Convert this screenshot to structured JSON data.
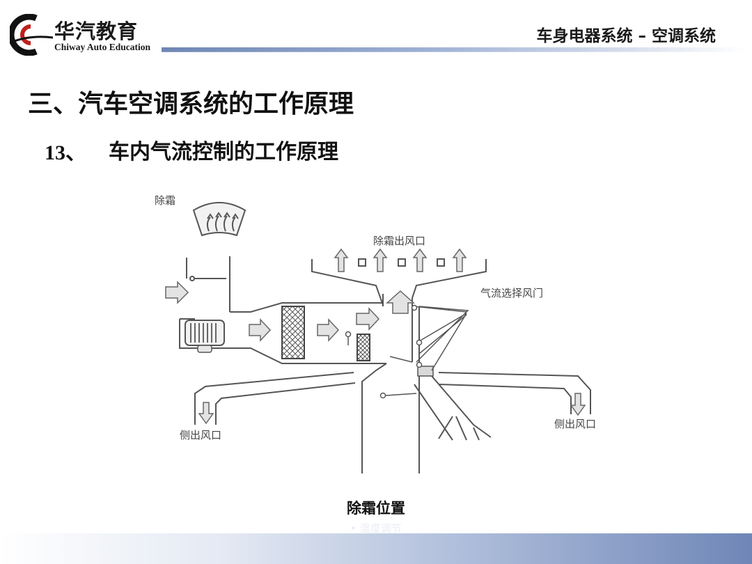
{
  "logo": {
    "cn": "华汽教育",
    "en": "Chiway Auto Education"
  },
  "header": {
    "title": "车身电器系统 –  空调系统"
  },
  "main": {
    "title": "三、汽车空调系统的工作原理",
    "subtitle_number": "13、",
    "subtitle_text": "车内气流控制的工作原理"
  },
  "diagram": {
    "labels": {
      "defrost": "除霜",
      "defrost_outlet": "除霜出风口",
      "airflow_door": "气流选择风门",
      "side_outlet_left": "侧出风口",
      "side_outlet_right": "侧出风口"
    }
  },
  "caption": "除霜位置",
  "footer": {
    "text": "• 温度调节"
  },
  "colors": {
    "accent_blue": "#6f86b3",
    "logo_red": "#c0201e",
    "logo_dark": "#111111"
  }
}
